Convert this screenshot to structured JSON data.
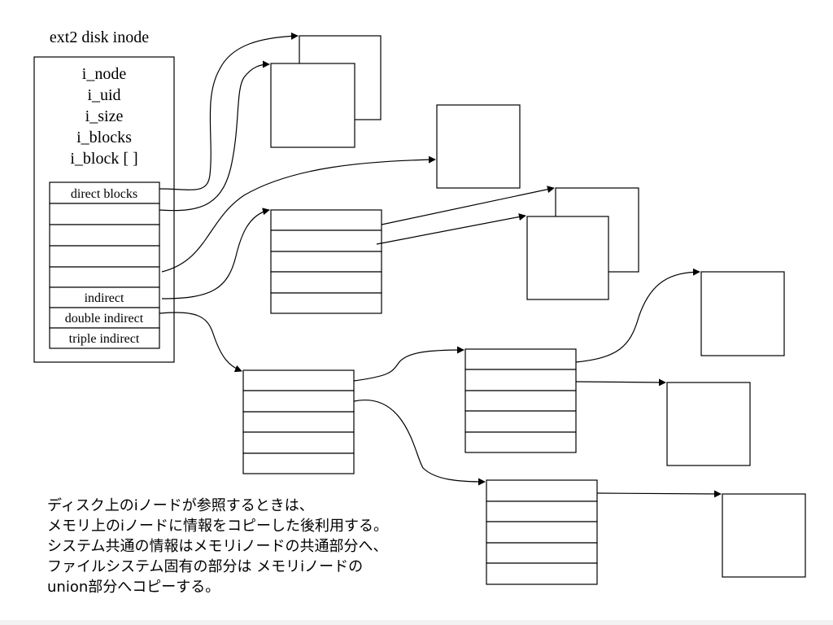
{
  "inode": {
    "title": "ext2 disk inode",
    "fields": [
      "i_node",
      "i_uid",
      "i_size",
      "i_blocks",
      "i_block [ ]"
    ],
    "block_rows": [
      "direct blocks",
      "",
      "",
      "",
      "",
      "indirect",
      "double indirect",
      "triple indirect"
    ]
  },
  "note": {
    "lines": [
      "ディスク上のiノードが参照するときは、",
      "メモリ上のiノードに情報をコピーした後利用する。",
      "システム共通の情報はメモリiノードの共通部分へ、",
      "ファイルシステム固有の部分は メモリiノードの",
      "union部分へコピーする。"
    ]
  }
}
